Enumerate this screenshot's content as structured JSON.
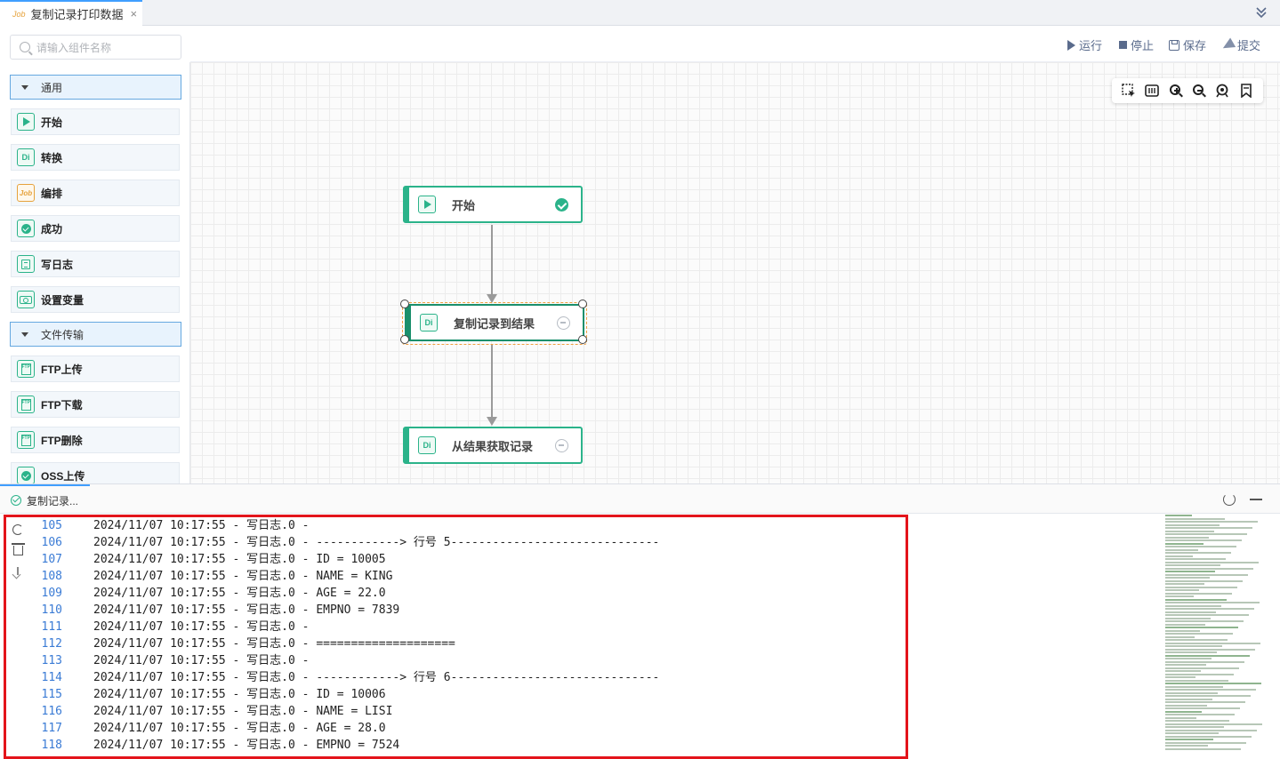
{
  "tab": {
    "icon_text": "Job",
    "title": "复制记录打印数据",
    "close": "×"
  },
  "sidebar": {
    "search_placeholder": "请输入组件名称",
    "groups": [
      {
        "label": "通用"
      },
      {
        "label": "文件传输"
      }
    ],
    "items": [
      {
        "label": "开始",
        "icon": "play-icon"
      },
      {
        "label": "转换",
        "icon": "di-icon",
        "icon_text": "Di"
      },
      {
        "label": "编排",
        "icon": "job-icon",
        "icon_text": "Job"
      },
      {
        "label": "成功",
        "icon": "success-icon"
      },
      {
        "label": "写日志",
        "icon": "log-icon"
      },
      {
        "label": "设置变量",
        "icon": "variable-icon"
      },
      {
        "label": "FTP上传",
        "icon": "ftp-upload-icon",
        "icon_text": "FTP"
      },
      {
        "label": "FTP下载",
        "icon": "ftp-download-icon",
        "icon_text": "FTP"
      },
      {
        "label": "FTP删除",
        "icon": "ftp-delete-icon",
        "icon_text": "FTP"
      },
      {
        "label": "OSS上传",
        "icon": "oss-upload-icon"
      }
    ]
  },
  "toolbar": {
    "run": "运行",
    "stop": "停止",
    "save": "保存",
    "submit": "提交"
  },
  "canvas": {
    "nodes": [
      {
        "label": "开始",
        "status": "success"
      },
      {
        "label": "复制记录到结果",
        "icon_text": "Di",
        "status": "pending",
        "selected": true
      },
      {
        "label": "从结果获取记录",
        "icon_text": "Di",
        "status": "pending"
      }
    ]
  },
  "log": {
    "tab_label": "复制记录...",
    "lines": [
      {
        "n": "105",
        "t": "2024/11/07 10:17:55 - 写日志.0 -"
      },
      {
        "n": "106",
        "t": "2024/11/07 10:17:55 - 写日志.0 - ------------> 行号 5------------------------------"
      },
      {
        "n": "107",
        "t": "2024/11/07 10:17:55 - 写日志.0 - ID = 10005"
      },
      {
        "n": "108",
        "t": "2024/11/07 10:17:55 - 写日志.0 - NAME = KING"
      },
      {
        "n": "109",
        "t": "2024/11/07 10:17:55 - 写日志.0 - AGE = 22.0"
      },
      {
        "n": "110",
        "t": "2024/11/07 10:17:55 - 写日志.0 - EMPNO = 7839"
      },
      {
        "n": "111",
        "t": "2024/11/07 10:17:55 - 写日志.0 -"
      },
      {
        "n": "112",
        "t": "2024/11/07 10:17:55 - 写日志.0 - ===================="
      },
      {
        "n": "113",
        "t": "2024/11/07 10:17:55 - 写日志.0 -"
      },
      {
        "n": "114",
        "t": "2024/11/07 10:17:55 - 写日志.0 - ------------> 行号 6------------------------------"
      },
      {
        "n": "115",
        "t": "2024/11/07 10:17:55 - 写日志.0 - ID = 10006"
      },
      {
        "n": "116",
        "t": "2024/11/07 10:17:55 - 写日志.0 - NAME = LISI"
      },
      {
        "n": "117",
        "t": "2024/11/07 10:17:55 - 写日志.0 - AGE = 28.0"
      },
      {
        "n": "118",
        "t": "2024/11/07 10:17:55 - 写日志.0 - EMPNO = 7524"
      }
    ]
  },
  "colors": {
    "accent": "#2bb38a",
    "tab_active": "#409eff",
    "highlight_box": "#e3141b",
    "selection": "#f0a040"
  }
}
